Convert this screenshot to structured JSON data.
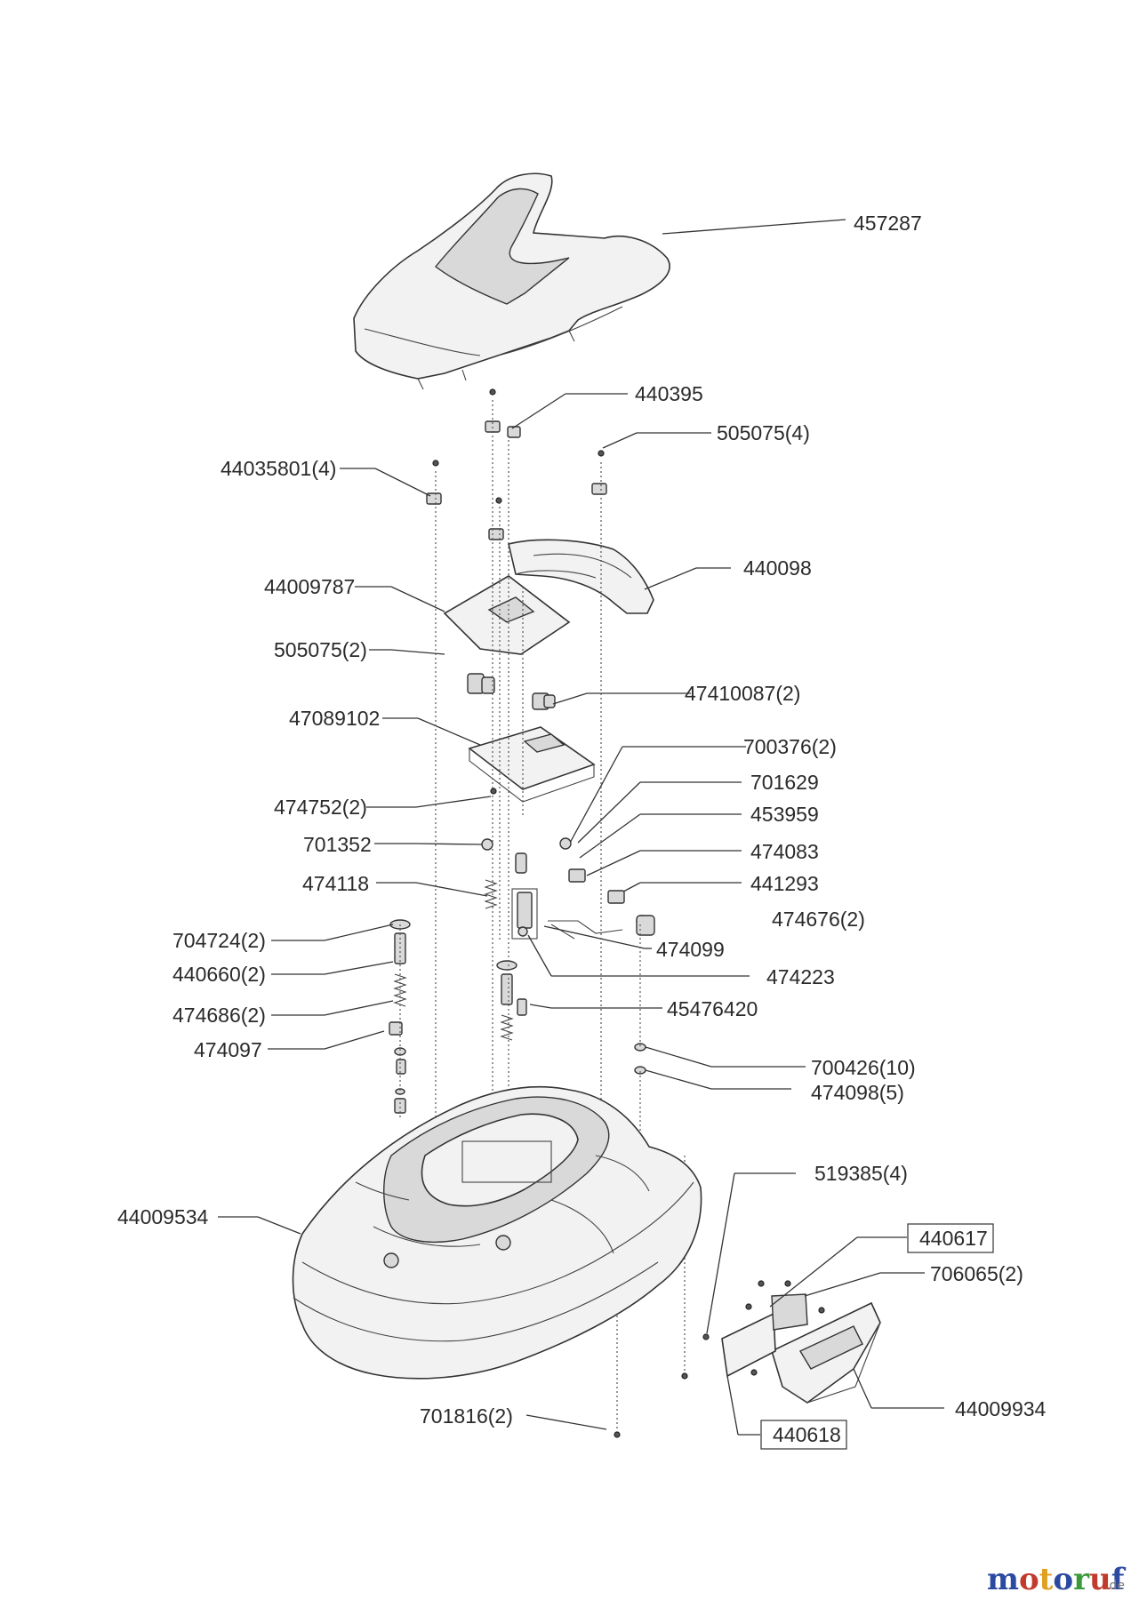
{
  "labels": {
    "p457287": "457287",
    "p440395": "440395",
    "p505075_4": "505075(4)",
    "p44035801_4": "44035801(4)",
    "p440098": "440098",
    "p44009787": "44009787",
    "p505075_2": "505075(2)",
    "p47410087_2": "47410087(2)",
    "p47089102": "47089102",
    "p700376_2": "700376(2)",
    "p701629": "701629",
    "p474752_2": "474752(2)",
    "p453959": "453959",
    "p701352": "701352",
    "p474083": "474083",
    "p474118": "474118",
    "p441293": "441293",
    "p474676_2": "474676(2)",
    "p704724_2": "704724(2)",
    "p474099": "474099",
    "p440660_2": "440660(2)",
    "p474223": "474223",
    "p474686_2": "474686(2)",
    "p45476420": "45476420",
    "p474097": "474097",
    "p700426_10": "700426(10)",
    "p474098_5": "474098(5)",
    "p519385_4": "519385(4)",
    "p44009534": "44009534",
    "p440617": "440617",
    "p706065_2": "706065(2)",
    "p44009934": "44009934",
    "p701816_2": "701816(2)",
    "p440618": "440618"
  },
  "watermark": {
    "brand": "motoruf",
    "suffix": ".de"
  },
  "colors": {
    "line": "#333333",
    "part_fill": "#f2f2f2",
    "logo_m": "#2b4aa0",
    "logo_o1": "#c23a2b",
    "logo_t": "#e0a020",
    "logo_o2": "#2b4aa0",
    "logo_r": "#3a9a3a",
    "logo_u": "#c23a2b",
    "logo_f": "#2b4aa0"
  }
}
